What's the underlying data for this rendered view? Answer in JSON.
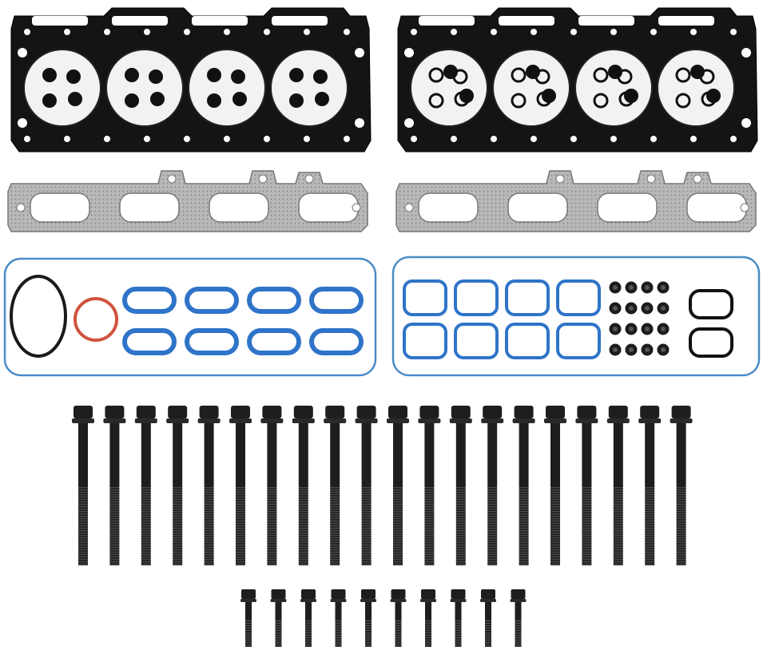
{
  "product": {
    "head_gasket_count": 2,
    "exhaust_manifold_gasket_count": 2,
    "gasket_set_sheet_count": 2,
    "long_head_bolt_count": 20,
    "short_head_bolt_count": 10,
    "cylinders_per_head": 4
  },
  "colors": {
    "background": "#ffffff",
    "head_gasket": "#141414",
    "head_gasket_face": "#f2f2f2",
    "exhaust_gasket": "#b4b4b4",
    "exhaust_gasket_texture": "#8c8c8c",
    "gasket_sheet_outline": "#4a8cc7",
    "intake_seal_blue": "#2f74c9",
    "o_ring_red": "#d0533f",
    "o_ring_black": "#1a1a1a",
    "valve_seal": "#1c1c1c",
    "bolt": "#1e1e1e"
  }
}
